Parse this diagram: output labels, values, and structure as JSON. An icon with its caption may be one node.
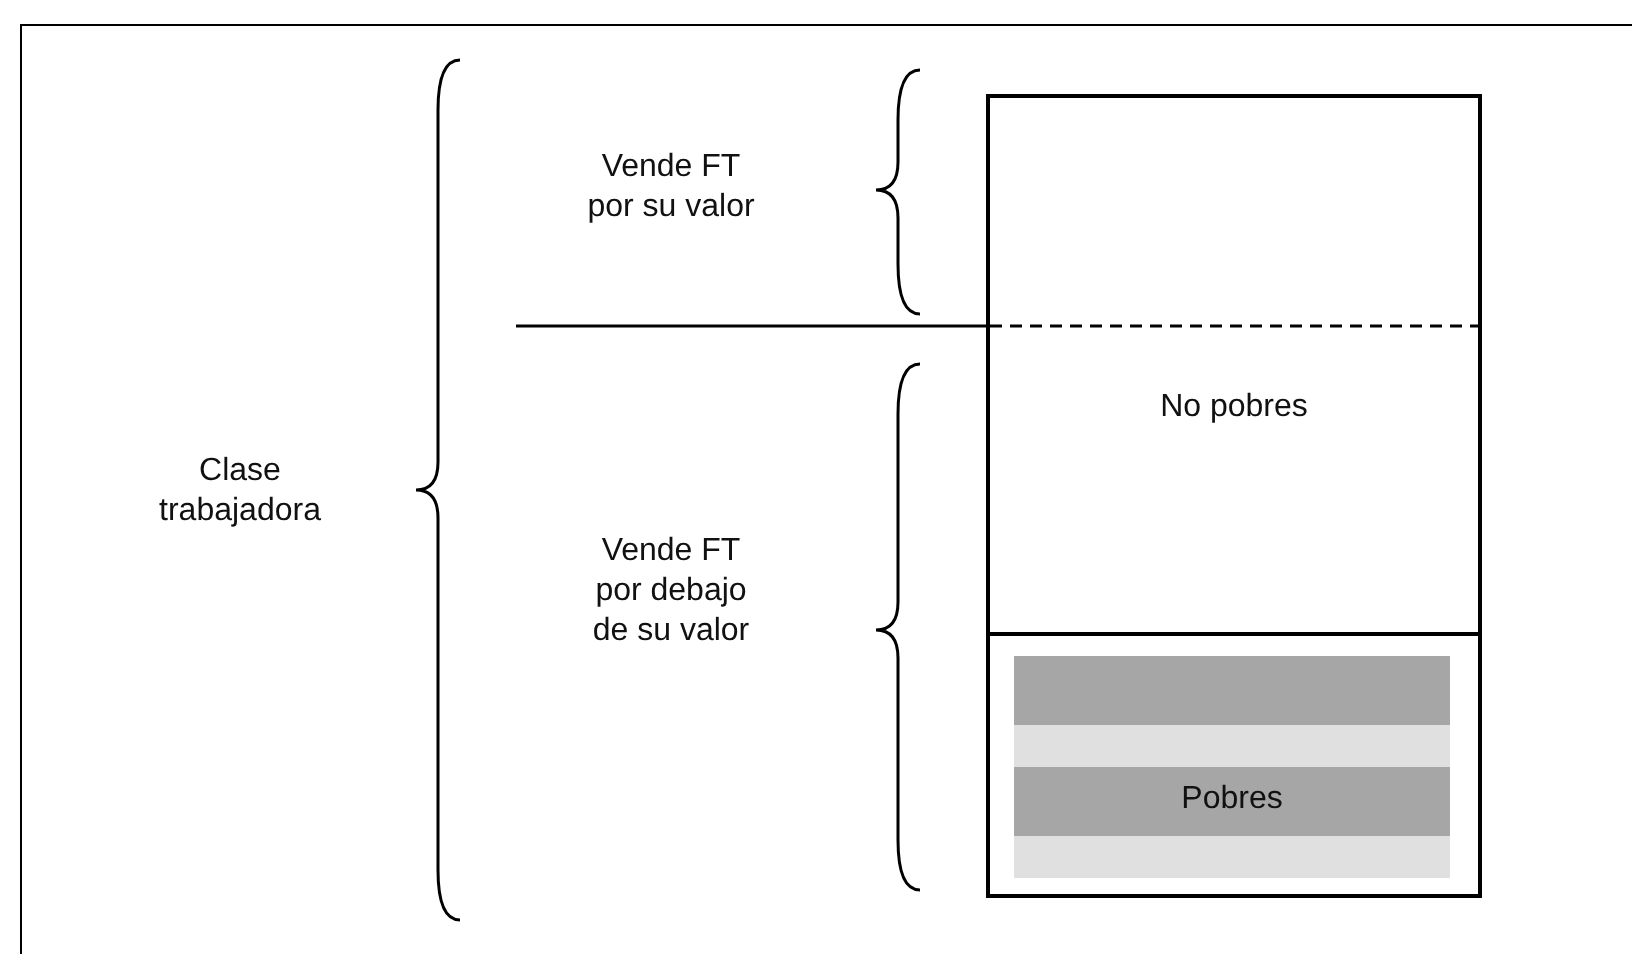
{
  "diagram": {
    "nodes": [
      {
        "text": [
          "No pobres"
        ]
      },
      {
        "text": [],
        "shape": "box"
      },
      {
        "text": [
          "Pobres"
        ],
        "in": 1
      }
    ],
    "labels": [
      "Clase trabajadora",
      "Vende FT por su valor",
      "Vende FT por debajo de su valor"
    ]
  }
}
